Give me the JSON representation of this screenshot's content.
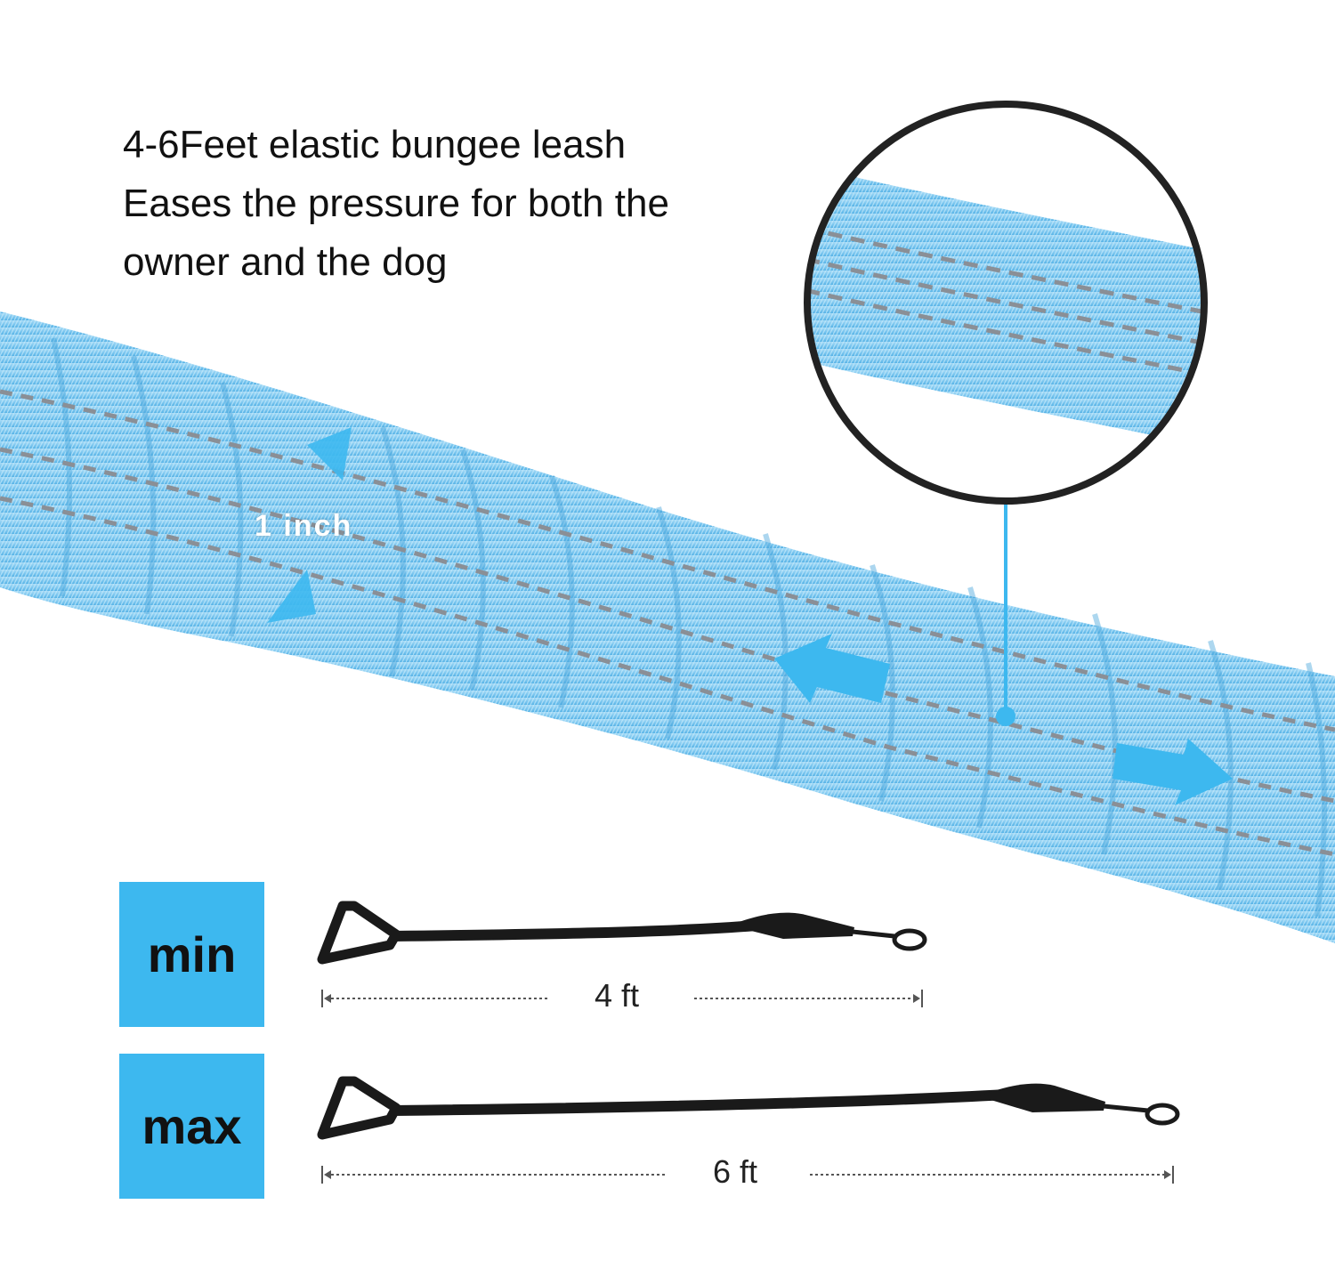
{
  "headline": {
    "line1": "4-6Feet elastic bungee leash",
    "line2": "Eases the pressure for both the",
    "line3": "owner and the dog"
  },
  "width_label": "1 inch",
  "sizes": [
    {
      "badge": "min",
      "length": "4 ft"
    },
    {
      "badge": "max",
      "length": "6 ft"
    }
  ],
  "colors": {
    "accent": "#3db8ef",
    "leash_blue": "#7ec8f0",
    "stitch_gray": "#8a8f96",
    "ring": "#222222",
    "leash_black": "#1a1a1a"
  }
}
